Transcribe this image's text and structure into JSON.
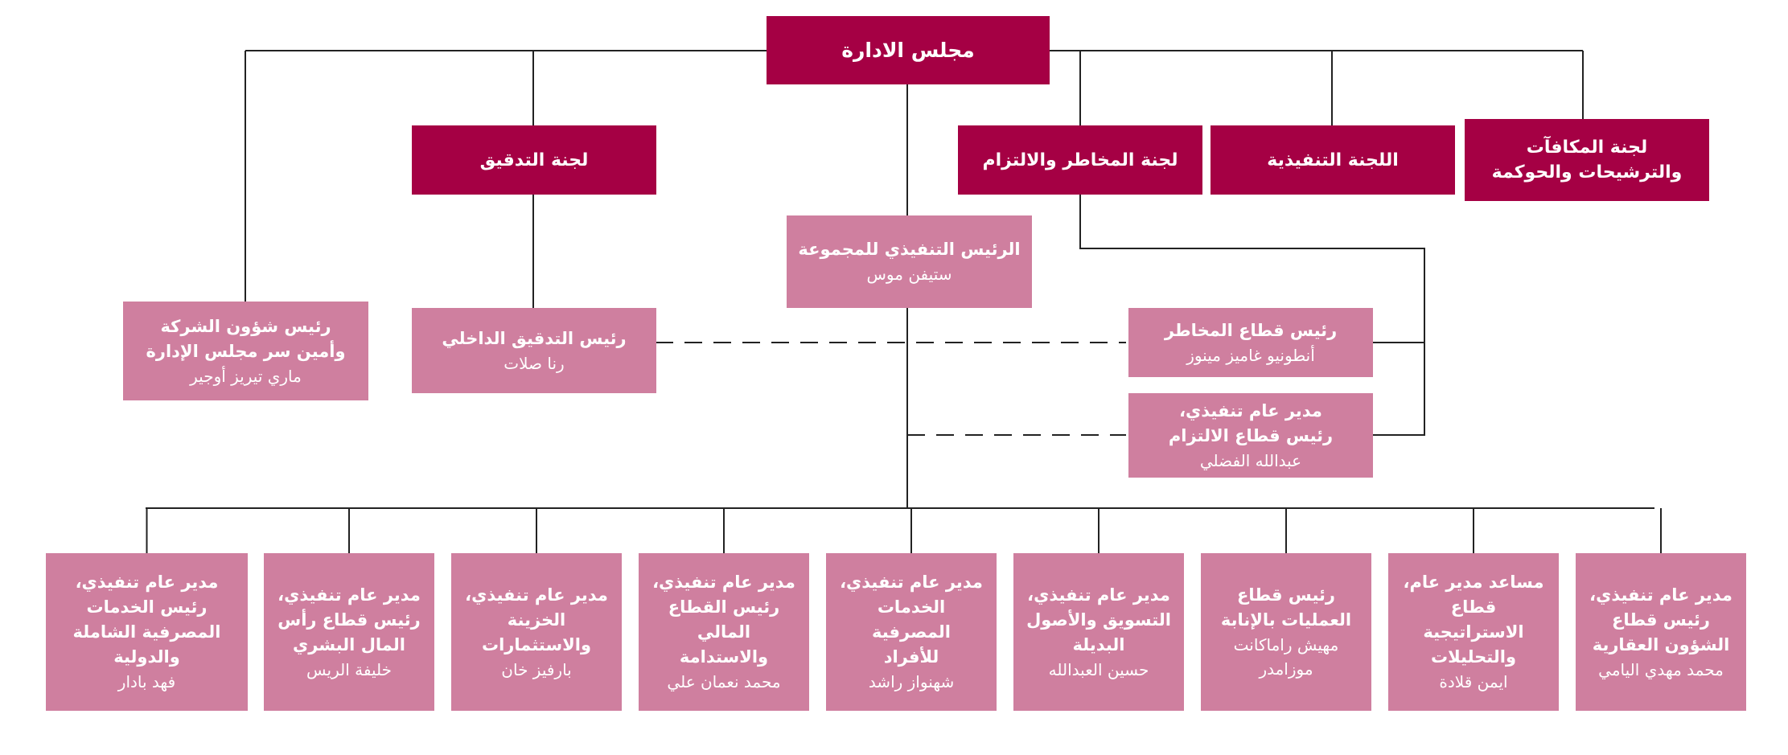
{
  "colors": {
    "committee": "#a50044",
    "executive": "#cf7f9f",
    "connector": "#222222"
  },
  "board": {
    "title": "مجلس الادارة"
  },
  "committees": {
    "audit": "لجنة التدقيق",
    "risk": "لجنة المخاطر والالتزام",
    "executive": "اللجنة التنفيذية",
    "remuneration": "لجنة المكافآت\nوالترشيحات والحوكمة"
  },
  "group_ceo": {
    "title": "الرئيس التنفيذي للمجموعة",
    "name": "ستيفن موس"
  },
  "corporate_secretary": {
    "title": "رئيس شؤون الشركة\nوأمين سر مجلس الإدارة",
    "name": "ماري تيريز أوجير"
  },
  "internal_audit": {
    "title": "رئيس التدقيق الداخلي",
    "name": "رنا صلات"
  },
  "chief_risk": {
    "title": "رئيس قطاع المخاطر",
    "name": "أنطونيو غاميز مينوز"
  },
  "chief_compliance": {
    "title": "مدير عام تنفيذي،\nرئيس قطاع الالتزام",
    "name": "عبدالله الفضلي"
  },
  "executives": [
    {
      "title": "مدير عام تنفيذي،\nرئيس الخدمات\nالمصرفية الشاملة\nوالدولية",
      "name": "فهد بادار"
    },
    {
      "title": "مدير عام تنفيذي،\nرئيس قطاع رأس\nالمال البشري",
      "name": "خليفة الريس"
    },
    {
      "title": "مدير عام تنفيذي،\nالخزينة\nوالاستثمارات",
      "name": "بارفيز خان"
    },
    {
      "title": "مدير عام تنفيذي،\nرئيس القطاع المالي\nوالاستدامة",
      "name": "محمد نعمان علي"
    },
    {
      "title": "مدير عام تنفيذي،\nالخدمات المصرفية\nللأفراد",
      "name": "شهنواز راشد"
    },
    {
      "title": "مدير عام تنفيذي،\nالتسويق والأصول\nالبديلة",
      "name": "حسين العبدالله"
    },
    {
      "title": "رئيس قطاع\nالعمليات بالإنابة",
      "name": "مهيش راماكانت\nموزامدر"
    },
    {
      "title": "مساعد مدير عام،\nقطاع الاستراتيجية\nوالتحليلات",
      "name": "ايمن قلادة"
    },
    {
      "title": "مدير عام تنفيذي،\nرئيس قطاع\nالشؤون العقارية",
      "name": "محمد مهدي اليامي"
    }
  ]
}
